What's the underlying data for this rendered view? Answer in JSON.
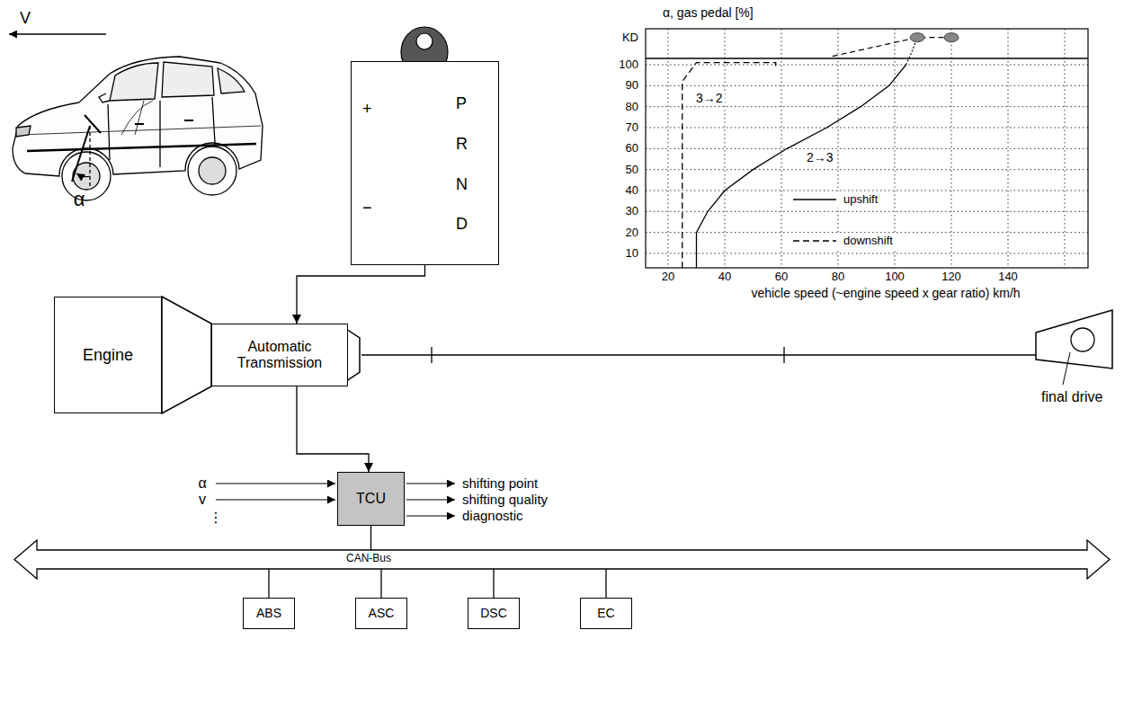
{
  "diagram": {
    "nodes": [
      {
        "text": [
          "+",
          "−",
          "P",
          "R",
          "N",
          "D"
        ]
      },
      {
        "text": [
          "Engine"
        ]
      },
      {
        "text": [
          "Automatic Transmission"
        ]
      },
      {
        "text": [
          "final drive"
        ]
      },
      {
        "text": [
          "TCU"
        ]
      },
      {
        "text": [
          "CAN-Bus"
        ]
      },
      {
        "text": [
          "ABS"
        ]
      },
      {
        "text": [
          "ASC"
        ]
      },
      {
        "text": [
          "DSC"
        ]
      },
      {
        "text": [
          "EC"
        ]
      }
    ],
    "edges": [
      {
        "from": 0,
        "to": 2,
        "arrow": "to"
      },
      {
        "from": 2,
        "to": 3,
        "arrow": "none"
      },
      {
        "from": 2,
        "to": 4,
        "arrow": "to"
      },
      {
        "from": 4,
        "to": 5,
        "arrow": "none"
      },
      {
        "from": 5,
        "to": 6,
        "arrow": "none"
      },
      {
        "from": 5,
        "to": 7,
        "arrow": "none"
      },
      {
        "from": 5,
        "to": 8,
        "arrow": "none"
      },
      {
        "from": 5,
        "to": 9,
        "arrow": "none"
      }
    ],
    "labels": [
      "V",
      "α",
      "α, gas pedal [%]",
      "KD",
      "100",
      "90",
      "80",
      "70",
      "60",
      "50",
      "40",
      "30",
      "20",
      "10",
      "20",
      "40",
      "60",
      "80",
      "100",
      "120",
      "140",
      "vehicle speed (~engine speed x gear ratio) km/h",
      "3→2",
      "2→3",
      "α",
      "v",
      "⋮",
      "shifting point",
      "shifting quality",
      "diagnostic"
    ],
    "legend": [
      {
        "text": "upshift"
      },
      {
        "text": "downshift"
      }
    ]
  }
}
